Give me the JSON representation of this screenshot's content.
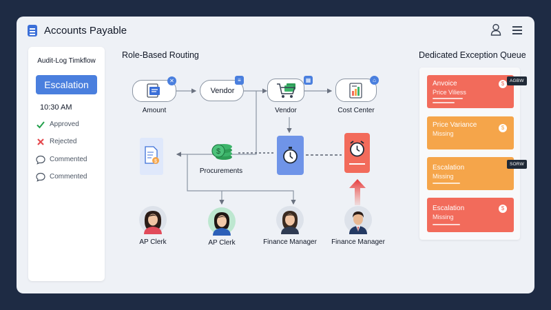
{
  "window": {
    "title": "Accounts Payable"
  },
  "audit_log": {
    "title": "Audit-Log Timkflow",
    "escalation_label": "Escalation",
    "time": "10:30 AM",
    "entries": [
      {
        "status": "check",
        "label": "Approved"
      },
      {
        "status": "cross",
        "label": "Rejected"
      },
      {
        "status": "comment",
        "label": "Commented"
      },
      {
        "status": "comment",
        "label": "Commented"
      }
    ]
  },
  "routing": {
    "title": "Role-Based Routing",
    "nodes": {
      "amount": "Amount",
      "vendor_pill": "Vendor",
      "vendor_cart": "Vendor",
      "cost_center": "Cost Center",
      "procurements": "Procurements"
    },
    "people": [
      {
        "role": "AP Clerk"
      },
      {
        "role": "AP Clerk"
      },
      {
        "role": "Finance Manager"
      },
      {
        "role": "Finance Manager"
      }
    ]
  },
  "exception_queue": {
    "title": "Dedicated Exception Queue",
    "items": [
      {
        "title": "Anvoice",
        "subtitle": "Price Viliess",
        "color": "#f26b5b",
        "tag": "AGBW"
      },
      {
        "title": "Price Variance",
        "subtitle": "Missing",
        "color": "#f5a54a",
        "tag": ""
      },
      {
        "title": "Escalation",
        "subtitle": "Missing",
        "color": "#f5a54a",
        "tag": "SORW"
      },
      {
        "title": "Escalation",
        "subtitle": "Missing",
        "color": "#f26b5b",
        "tag": ""
      }
    ]
  },
  "colors": {
    "accent": "#4a7fde",
    "alert": "#f26b5b",
    "warning": "#f5a54a",
    "approved": "#22a04b",
    "rejected": "#e5484d"
  }
}
